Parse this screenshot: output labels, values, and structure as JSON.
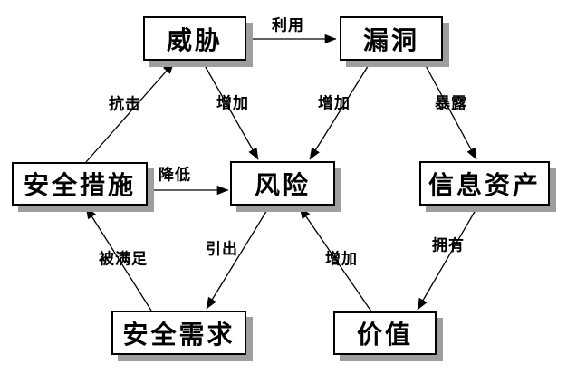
{
  "diagram": {
    "type": "concept-relationship-diagram",
    "colors": {
      "background": "#ffffff",
      "box_fill": "#ffffff",
      "box_border": "#000000",
      "box_shadow": "#9e9e9e",
      "line": "#000000",
      "text": "#000000"
    },
    "nodes": [
      {
        "id": "threat",
        "label": "威胁"
      },
      {
        "id": "vulnerability",
        "label": "漏洞"
      },
      {
        "id": "security-measures",
        "label": "安全措施"
      },
      {
        "id": "risk",
        "label": "风险"
      },
      {
        "id": "information-assets",
        "label": "信息资产"
      },
      {
        "id": "security-requirements",
        "label": "安全需求"
      },
      {
        "id": "value",
        "label": "价值"
      }
    ],
    "edges": [
      {
        "id": "exploit",
        "from": "威胁",
        "to": "漏洞",
        "label": "利用"
      },
      {
        "id": "resist",
        "from": "安全措施",
        "to": "威胁",
        "label": "抗击"
      },
      {
        "id": "threat-increase",
        "from": "威胁",
        "to": "风险",
        "label": "增加"
      },
      {
        "id": "vulnerability-increase",
        "from": "漏洞",
        "to": "风险",
        "label": "增加"
      },
      {
        "id": "expose",
        "from": "漏洞",
        "to": "信息资产",
        "label": "暴露"
      },
      {
        "id": "reduce",
        "from": "安全措施",
        "to": "风险",
        "label": "降低"
      },
      {
        "id": "be-satisfied",
        "from": "安全需求",
        "to": "安全措施",
        "label": "被满足"
      },
      {
        "id": "derive",
        "from": "风险",
        "to": "安全需求",
        "label": "引出"
      },
      {
        "id": "value-increase",
        "from": "价值",
        "to": "风险",
        "label": "增加"
      },
      {
        "id": "own",
        "from": "信息资产",
        "to": "价值",
        "label": "拥有"
      }
    ]
  }
}
